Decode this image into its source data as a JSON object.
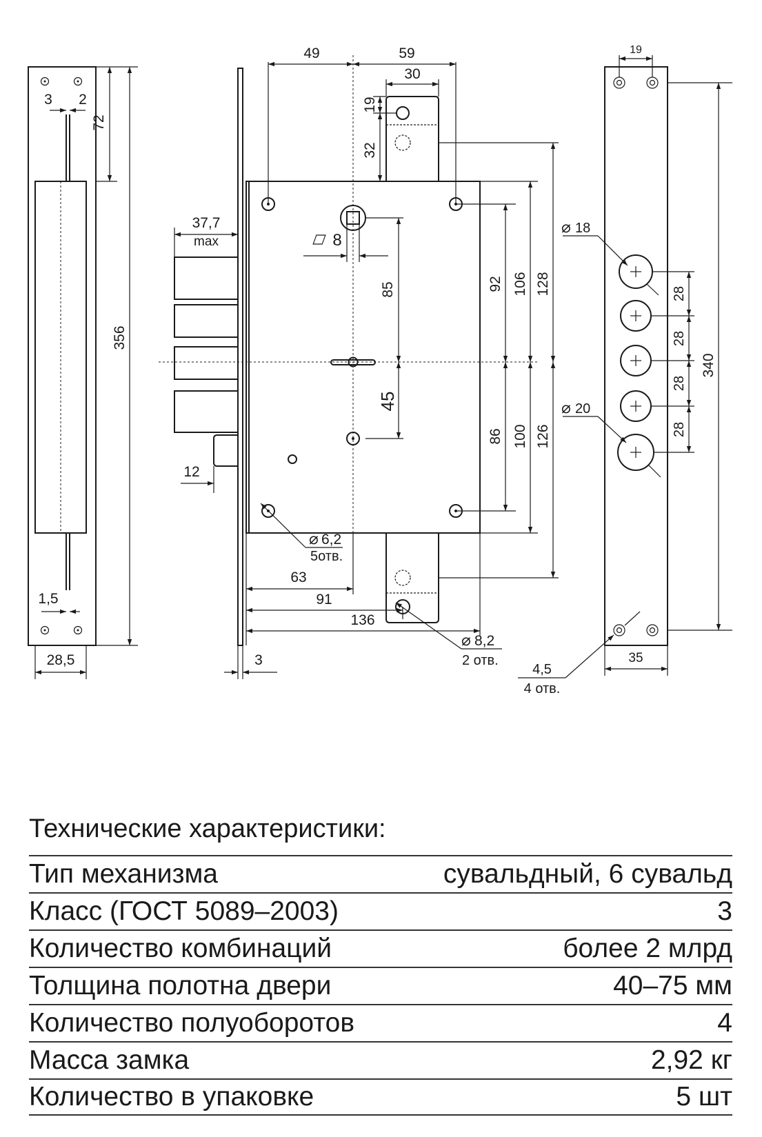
{
  "drawing": {
    "left_strike": {
      "dims": [
        "3",
        "2",
        "72",
        "356",
        "1,5",
        "28,5"
      ]
    },
    "lock_body": {
      "dims": [
        "49",
        "59",
        "30",
        "19",
        "32",
        "37,7",
        "max",
        "8",
        "85",
        "45",
        "12",
        "92",
        "106",
        "128",
        "86",
        "100",
        "126",
        "63",
        "91",
        "136",
        "3"
      ],
      "mount_holes": {
        "diameter": "6,2",
        "count": "5отв."
      },
      "bolt_holes": {
        "diameter": "8,2",
        "count": "2 отв."
      }
    },
    "right_strike": {
      "dims": [
        "19",
        "28",
        "28",
        "28",
        "28",
        "340",
        "35"
      ],
      "d18": "18",
      "d20": "20",
      "small_holes": {
        "diameter": "4,5",
        "count": "4 отв."
      }
    },
    "diameter_symbol": "⌀"
  },
  "specs": {
    "title": "Технические характеристики:",
    "rows": [
      {
        "label": "Тип механизма",
        "value": "сувальдный, 6 сувальд"
      },
      {
        "label": "Класс (ГОСТ 5089–2003)",
        "value": "3"
      },
      {
        "label": "Количество комбинаций",
        "value": "более 2 млрд"
      },
      {
        "label": "Толщина полотна двери",
        "value": "40–75 мм"
      },
      {
        "label": "Количество полуоборотов",
        "value": "4"
      },
      {
        "label": "Масса замка",
        "value": "2,92 кг"
      },
      {
        "label": "Количество в упаковке",
        "value": "5 шт"
      }
    ]
  }
}
